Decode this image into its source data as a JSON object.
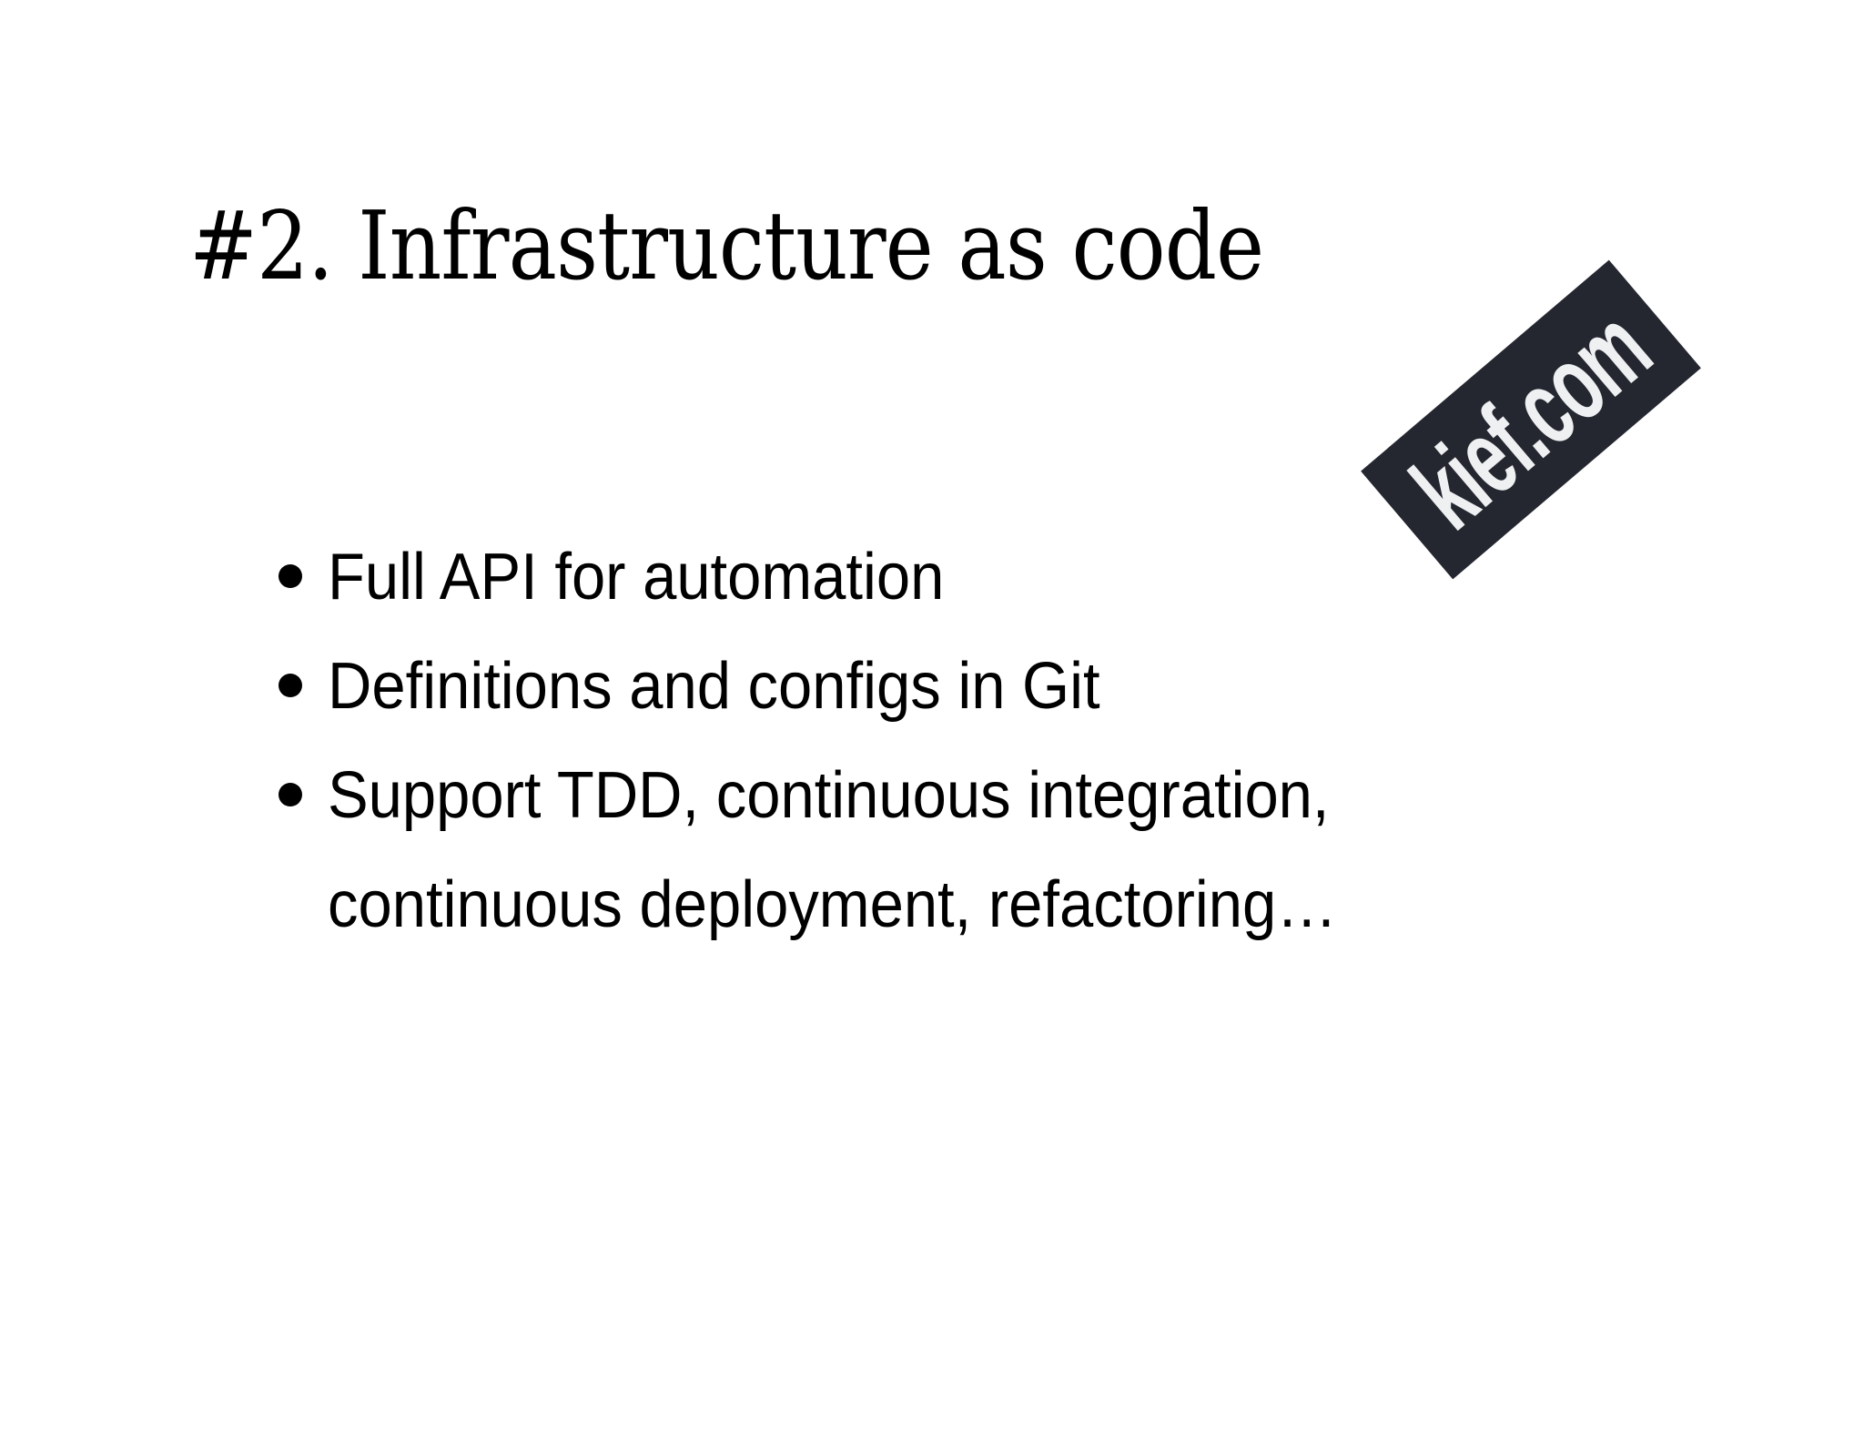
{
  "slide": {
    "title": "#2. Infrastructure as code",
    "bullets": [
      {
        "text": "Full API for automation"
      },
      {
        "text": "Definitions and configs in Git"
      },
      {
        "text": "Support TDD, continuous integration,",
        "continuation": "continuous deployment, refactoring…"
      }
    ],
    "logo": {
      "text": "kief.com",
      "background_color": "#242730",
      "text_color": "#eef0f2"
    }
  }
}
